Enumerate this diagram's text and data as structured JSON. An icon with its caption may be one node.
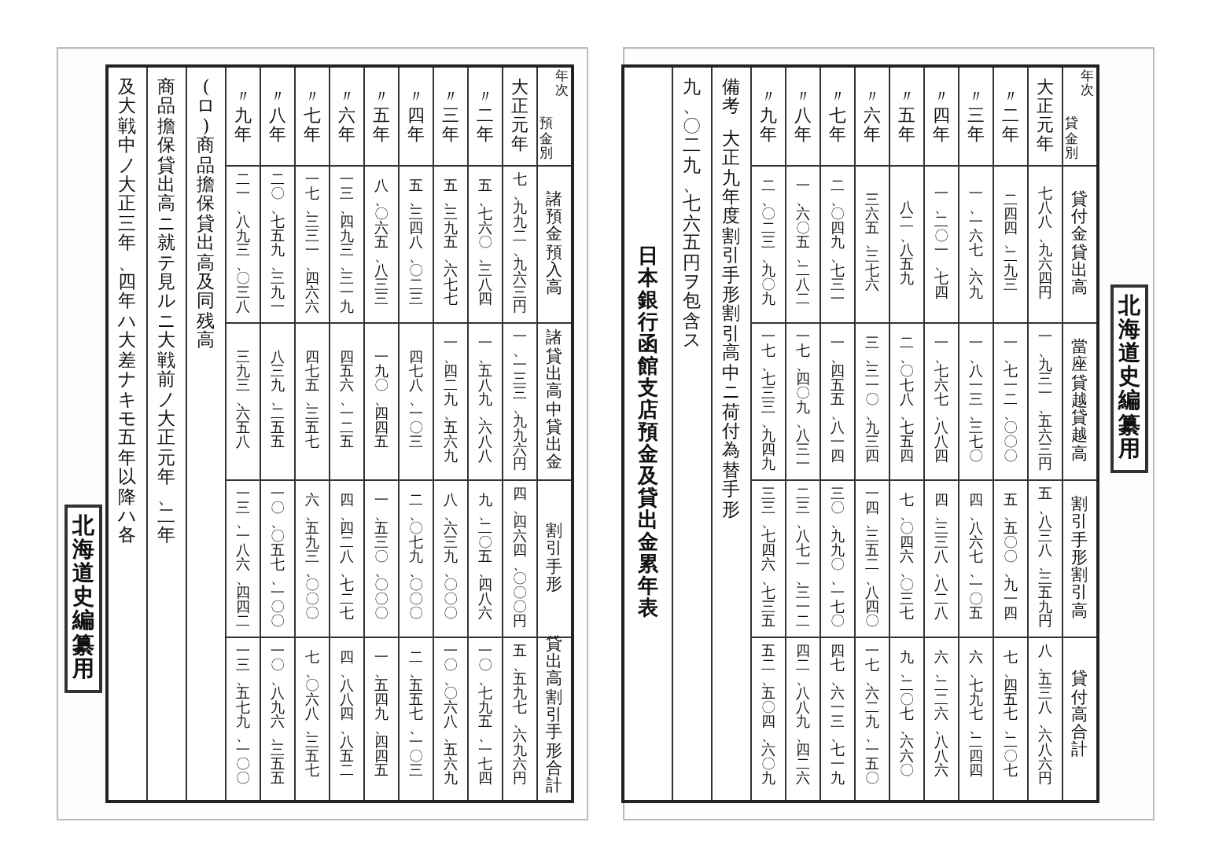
{
  "diagram": {
    "title": "日本銀行函館支店預金及貸出金累年表",
    "labels": [
      "年次",
      "貸金別",
      "貸付金貸出高",
      "當座貸越貸越高",
      "割引手形割引高",
      "貸付高合計",
      "大正元年",
      "七八八、九六四円",
      "一、九三一、五六三円",
      "五、八三八、三五九円",
      "八、五三八、六八六円",
      "〃二年",
      "二四四、二九三",
      "一、七一二、〇〇〇",
      "五、五〇〇、九一四",
      "七、四五七、二〇七",
      "〃三年",
      "一、一六七、六九",
      "一、八一三、三七〇",
      "四、八六七、一〇五",
      "六、七九七、二四四",
      "〃四年",
      "一、二〇一、七四",
      "一、七六七、八八四",
      "四、三三八、八二八",
      "六、二二六、八八六",
      "〃五年",
      "八二、八五九",
      "二、〇七八、七五四",
      "七、〇四六、〇三七",
      "九、二〇七、六六〇",
      "〃六年",
      "三六五、三七六",
      "三、三一〇、九三四",
      "一四、三五二、八四〇",
      "一七、六二九、一五〇",
      "〃七年",
      "二、〇四九、七三一",
      "一、四五五、八一四",
      "三〇、九九〇、一七〇",
      "四七、六一三、七一九",
      "〃八年",
      "一、六〇五、二八二",
      "一七、四〇九、八三一",
      "二三、八七一、三一二",
      "四二、八八九、四二六",
      "〃九年",
      "二、〇二三、九〇九",
      "一七、七三三、九四九",
      "三三、七四六、七三五",
      "五二、五〇四、六〇九",
      "備考",
      "大正九年度割引手形割引高中ニ荷付為替手形",
      "九、〇二九、七六五円ヲ包含ス",
      "北海道史編纂用",
      "年次",
      "預金別",
      "諸預金預入高",
      "諸貸出高中貸出金",
      "割引手形",
      "貸出高割引手形合計",
      "大正元年",
      "七、九九二、九六三円",
      "一、一三三、九九六円",
      "四、四六四、〇〇〇円",
      "五、五九七、六九六円",
      "〃二年",
      "五、七六〇、三八四",
      "一、五八九、六八八",
      "九、二〇五、四八六",
      "一〇、七九五、一七四",
      "〃三年",
      "五、三九五、六七七",
      "一、四二九、五六九",
      "八、六三九、〇〇〇",
      "一〇、〇六八、五六九",
      "〃四年",
      "五、三四八、〇二三",
      "四七八、一〇三",
      "二、〇七九、〇〇〇",
      "二、五五七、一〇三",
      "〃五年",
      "八、〇六五、八三三",
      "一九〇、四四五",
      "一、五三〇、〇〇〇",
      "一、五四九、四四五",
      "〃六年",
      "一三、四九三、三一九",
      "四五六、一二五",
      "四、四二八、七二七",
      "四、八八四、八五二",
      "〃七年",
      "一七、三三一、四六六",
      "四七五、三五七",
      "六、五九三、〇〇〇",
      "七、〇六八、三五七",
      "〃八年",
      "二〇、七五九、三九一",
      "八三九、二五五",
      "一〇、〇五七、一〇〇",
      "一〇、八九六、三五五",
      "〃九年",
      "二一、八九三、〇三八",
      "三九三、六五八",
      "一三、一八六、四四二",
      "一三、五七九、一〇〇",
      "(ロ)商品擔保貸出高及同残高",
      "商品擔保貸出高ニ就テ見ルニ大戦前ノ大正元年、二年",
      "及大戦中ノ大正三年、四年ハ大差ナキモ五年以降ハ各",
      "北海道史編纂用"
    ]
  }
}
